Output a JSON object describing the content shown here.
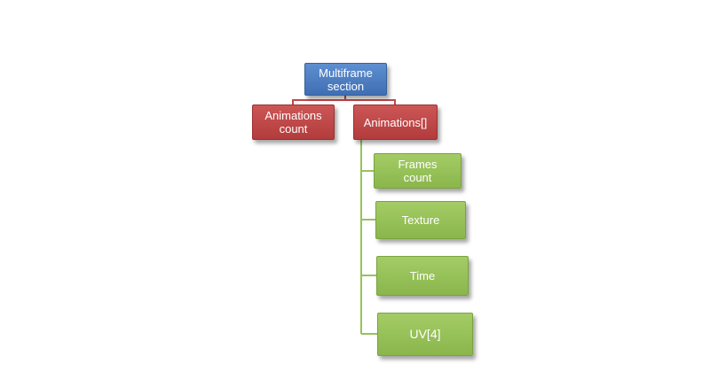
{
  "colors": {
    "root": "#4a7cc0",
    "level1": "#c04848",
    "level2": "#98c25a",
    "connector_top": "#c04848",
    "connector_child": "#98c25a"
  },
  "nodes": {
    "root": "Multiframe\nsection",
    "animations_count": "Animations\ncount",
    "animations_array": "Animations[]",
    "frames_count": "Frames\ncount",
    "texture": "Texture",
    "time": "Time",
    "uv": "UV[4]"
  }
}
